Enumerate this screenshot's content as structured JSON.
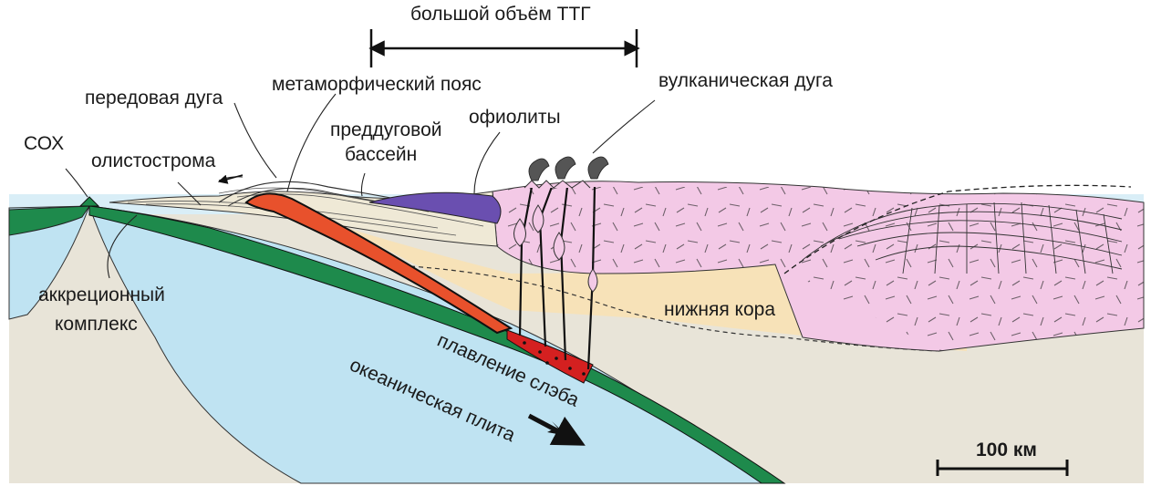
{
  "labels": {
    "ttg": "большой объём ТТГ",
    "volcanic_arc": "вулканическая дуга",
    "metamorphic_belt": "метаморфический пояс",
    "forearc": "передовая дуга",
    "forearc_basin_1": "преддуговой",
    "forearc_basin_2": "бассейн",
    "ophiolites": "офиолиты",
    "mor": "СОХ",
    "olistostrome": "олистострома",
    "accretion_1": "аккреционный",
    "accretion_2": "комплекс",
    "lower_crust": "нижняя кора",
    "slab_melting": "плавление слэба",
    "oceanic_plate": "океаническая плита",
    "scale": "100 км"
  },
  "colors": {
    "sea": "#d9eef7",
    "oceanic_plate": "#bfe3f2",
    "oceanic_crust": "#1e8a4c",
    "mantle": "#e8e4d8",
    "metamorphic": "#e8512c",
    "ophiolite": "#6a4fb0",
    "continental_crust": "#f3c9e6",
    "lower_crust": "#f7e2b8",
    "forearc_sediment": "#efe9d6",
    "melt": "#d42020"
  }
}
